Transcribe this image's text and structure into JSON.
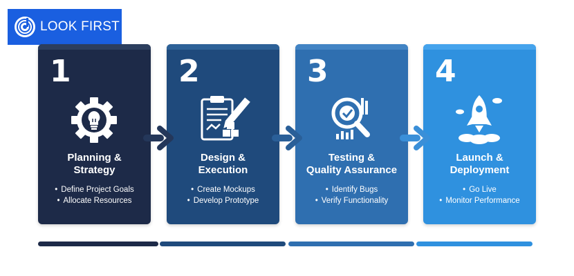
{
  "brand": {
    "name": "LOOK FIRST"
  },
  "steps": [
    {
      "number": "1",
      "title_line1": "Planning &",
      "title_line2": "Strategy",
      "icon": "gear-lightbulb-icon",
      "color": "#1d2a48",
      "bar_color": "#2c3e5e",
      "bullets": [
        "Define Project Goals",
        "Allocate Resources"
      ]
    },
    {
      "number": "2",
      "title_line1": "Design &",
      "title_line2": "Execution",
      "icon": "clipboard-pencil-icon",
      "color": "#1f4a7c",
      "bar_color": "#2d6197",
      "bullets": [
        "Create Mockups",
        "Develop Prototype"
      ]
    },
    {
      "number": "3",
      "title_line1": "Testing &",
      "title_line2": "Quality Assurance",
      "icon": "magnifier-check-icon",
      "color": "#2f6fb0",
      "bar_color": "#4284c4",
      "bullets": [
        "Identify Bugs",
        "Verify Functionality"
      ]
    },
    {
      "number": "4",
      "title_line1": "Launch &",
      "title_line2": "Deployment",
      "icon": "rocket-icon",
      "color": "#2f91df",
      "bar_color": "#45a3ec",
      "bullets": [
        "Go Live",
        "Monitor Performance"
      ]
    }
  ],
  "bottom_bar_colors": [
    "#1d2a48",
    "#1f4a7c",
    "#2f6fb0",
    "#2f91df"
  ]
}
